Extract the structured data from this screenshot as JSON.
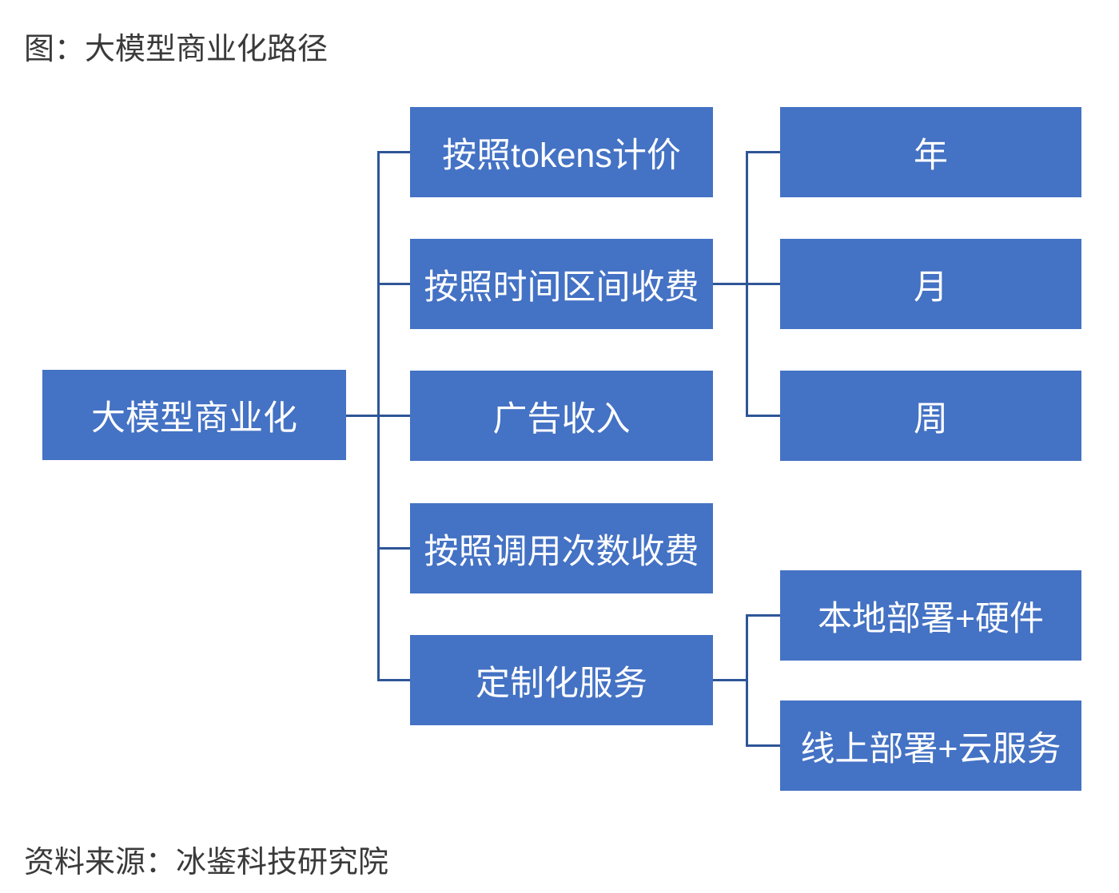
{
  "title": "图：大模型商业化路径",
  "source": "资料来源：冰鉴科技研究院",
  "colors": {
    "node_fill": "#4472C4",
    "node_text": "#FFFFFF",
    "connector": "#2E5597",
    "caption_text": "#3A3A3A",
    "background": "#FFFFFF"
  },
  "tree": {
    "root": {
      "label": "大模型商业化"
    },
    "branches": [
      {
        "label": "按照tokens计价",
        "children": []
      },
      {
        "label": "按照时间区间收费",
        "children": [
          {
            "label": "年"
          },
          {
            "label": "月"
          },
          {
            "label": "周"
          }
        ]
      },
      {
        "label": "广告收入",
        "children": []
      },
      {
        "label": "按照调用次数收费",
        "children": []
      },
      {
        "label": "定制化服务",
        "children": [
          {
            "label": "本地部署+硬件"
          },
          {
            "label": "线上部署+云服务"
          }
        ]
      }
    ]
  }
}
